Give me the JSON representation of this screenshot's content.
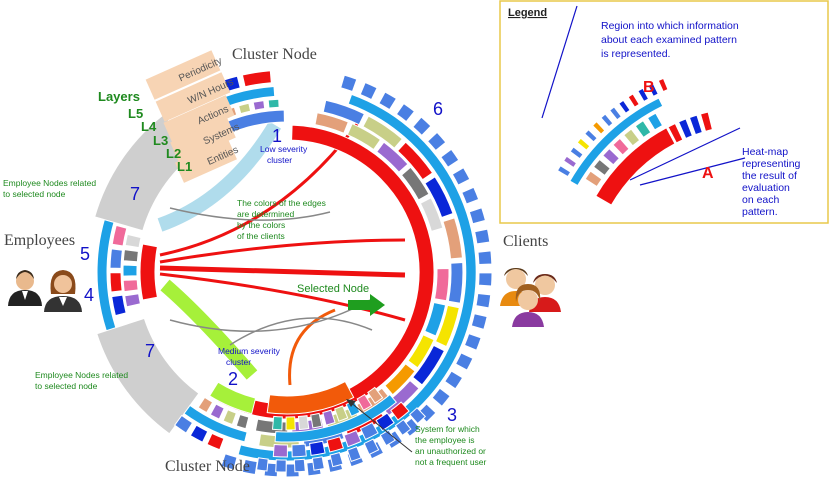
{
  "titles": {
    "cluster_top": "Cluster Node",
    "cluster_bottom": "Cluster Node",
    "employees": "Employees",
    "clients": "Clients"
  },
  "layers": {
    "heading": "Layers",
    "items": [
      {
        "id": "L5",
        "name": "Periodicity"
      },
      {
        "id": "L4",
        "name": "W/N Hours"
      },
      {
        "id": "L3",
        "name": "Actions"
      },
      {
        "id": "L2",
        "name": "Systems"
      },
      {
        "id": "L1",
        "name": "Entities"
      }
    ]
  },
  "markers": {
    "n1": "1",
    "n2": "2",
    "n3": "3",
    "n4": "4",
    "n5": "5",
    "n6": "6",
    "n7_top": "7",
    "n7_bottom": "7"
  },
  "annotations": {
    "low_severity": [
      "Low severity",
      "cluster"
    ],
    "medium_severity": [
      "Medium severity",
      "cluster"
    ],
    "edge_colors": [
      "The colors of the edges",
      "are determined",
      "by the colors",
      "of the clients"
    ],
    "employee_nodes_top": [
      "Employee Nodes related",
      "to selected node"
    ],
    "employee_nodes_bottom": [
      "Employee Nodes related",
      "to selected node"
    ],
    "selected_node": "Selected Node",
    "system_note": [
      "System for which",
      "the employee is",
      "an unauthorized or",
      "not a frequent user"
    ]
  },
  "legend": {
    "title": "Legend",
    "region_text": [
      "Region into which information",
      "about each examined pattern",
      "is represented."
    ],
    "label_b": "B",
    "label_a": "A",
    "heatmap_text": [
      "Heat-map",
      "representing",
      "the result of",
      "evaluation",
      "on each",
      "pattern."
    ]
  },
  "colors": {
    "red": "#ee1111",
    "blue": "#0a27d8",
    "sky": "#1ea1e6",
    "tile": "#4a7fe3",
    "gray": "#cfcfcf",
    "green": "#a6f03a",
    "orange": "#f25a0a",
    "lightblue": "#b0dcec",
    "peach": "#f7d4b4",
    "annotation_green": "#1f8a1f",
    "annotation_blue": "#1212c8"
  }
}
